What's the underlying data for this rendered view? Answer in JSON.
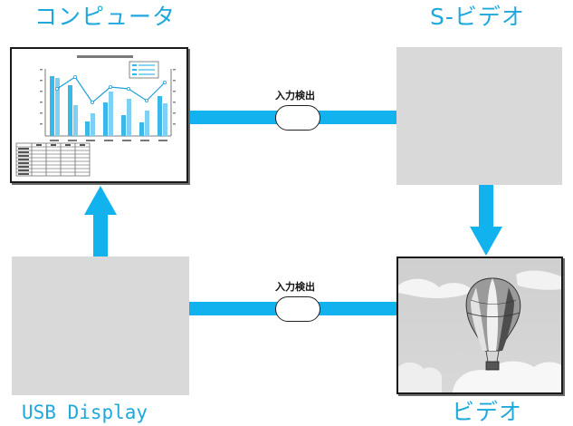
{
  "nodes": {
    "computer": {
      "label": "コンピュータ"
    },
    "s_video": {
      "label": "S-ビデオ"
    },
    "usb_display": {
      "label": "USB Display"
    },
    "video": {
      "label": "ビデオ"
    }
  },
  "connectors": {
    "top": {
      "tag": "入力検出"
    },
    "bottom": {
      "tag": "入力検出"
    }
  },
  "colors": {
    "accent": "#1fa8dc",
    "connector": "#12b2ef",
    "placeholder": "#d9d9d9"
  }
}
